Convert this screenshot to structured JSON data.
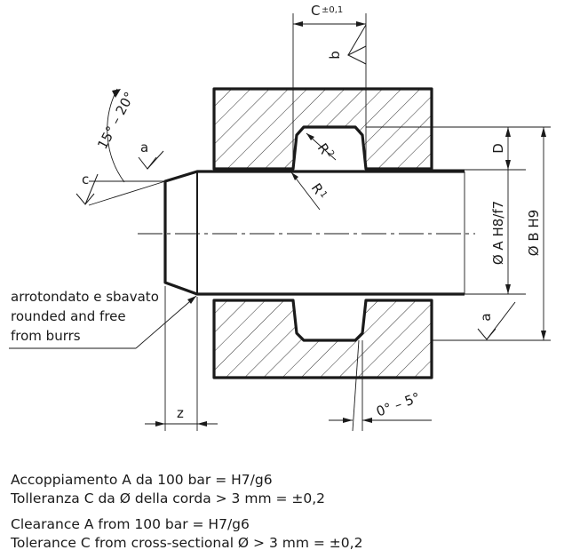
{
  "drawing": {
    "labels": {
      "C": "C",
      "C_tol": "±0,1",
      "b": "b",
      "a_top": "a",
      "a_bottom": "a",
      "c": "c",
      "angle_chamfer": "15° – 20°",
      "angle_groove": "0° – 5°",
      "R1": "R",
      "R1_sub": "1",
      "R2": "R",
      "R2_sub": "2",
      "D": "D",
      "diam_A": "Ø A H8/f7",
      "diam_B": "Ø B H9",
      "z": "z"
    },
    "note_lines": [
      "arrotondato e sbavato",
      "rounded and free",
      "from burrs"
    ]
  },
  "notes": {
    "it_line1": "Accoppiamento A da 100 bar = H7/g6",
    "it_line2": "Tolleranza C da Ø della corda > 3 mm = ±0,2",
    "en_line1": "Clearance A from 100 bar = H7/g6",
    "en_line2": "Tolerance C from cross-sectional Ø > 3 mm = ±0,2"
  }
}
